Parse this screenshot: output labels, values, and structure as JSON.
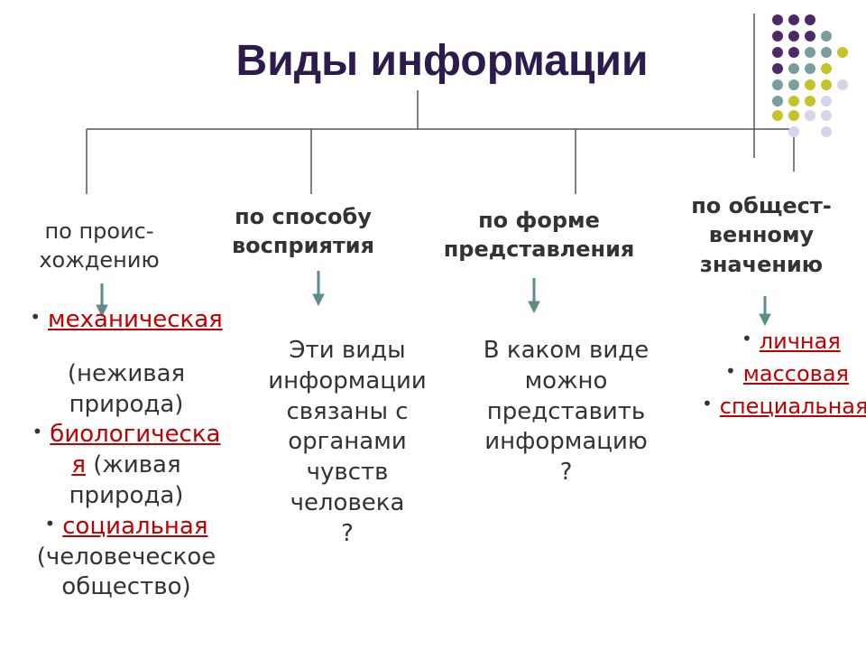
{
  "title": "Виды информации",
  "colors": {
    "title": "#2d1b4e",
    "term": "#c00000",
    "arrow": "#5f8a8b",
    "dot_purple": "#4b2a6b",
    "dot_teal": "#7a9e9f",
    "dot_olive": "#c4c42a",
    "dot_lavender": "#d6d4ea"
  },
  "categories": [
    {
      "heading": [
        "по проис-",
        "хождению"
      ],
      "items": [
        {
          "term": "механическая ",
          "note": [
            "(неживая",
            "природа)"
          ]
        },
        {
          "term": "биологическа",
          "term_cont": "я",
          "note_inline": " (живая",
          "note": [
            "природа)"
          ]
        },
        {
          "term": "социальная",
          "note": [
            "(человеческое",
            "общество)"
          ]
        }
      ]
    },
    {
      "heading": [
        "по способу",
        "восприятия"
      ],
      "question": [
        "Эти виды",
        "информации",
        "связаны с",
        "органами",
        "чувств",
        "человека",
        "?"
      ]
    },
    {
      "heading": [
        "по форме",
        "представления"
      ],
      "question": [
        "В каком виде",
        "можно",
        "представить",
        "информацию",
        "?"
      ]
    },
    {
      "heading": [
        "по общест-",
        "венному",
        "значению"
      ],
      "items": [
        "личная",
        "массовая",
        "специальная"
      ]
    }
  ]
}
